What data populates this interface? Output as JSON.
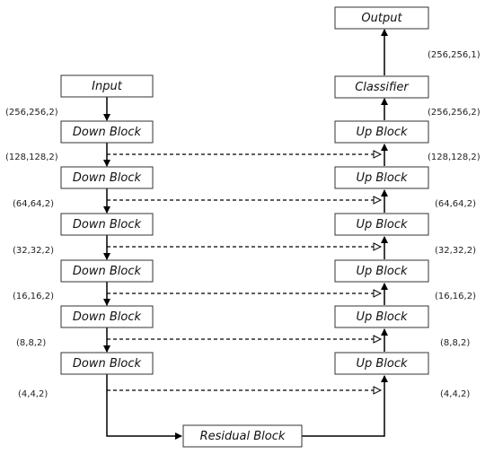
{
  "blocks": {
    "input": "Input",
    "output": "Output",
    "classifier": "Classifier",
    "residual": "Residual Block",
    "down": [
      "Down Block",
      "Down Block",
      "Down Block",
      "Down Block",
      "Down Block",
      "Down Block"
    ],
    "up": [
      "Up Block",
      "Up Block",
      "Up Block",
      "Up Block",
      "Up Block",
      "Up Block"
    ]
  },
  "dims_left": [
    "(256,256,2)",
    "(128,128,2)",
    "(64,64,2)",
    "(32,32,2)",
    "(16,16,2)",
    "(8,8,2)",
    "(4,4,2)"
  ],
  "dims_right": [
    "(256,256,1)",
    "(256,256,2)",
    "(128,128,2)",
    "(64,64,2)",
    "(32,32,2)",
    "(16,16,2)",
    "(8,8,2)",
    "(4,4,2)"
  ]
}
